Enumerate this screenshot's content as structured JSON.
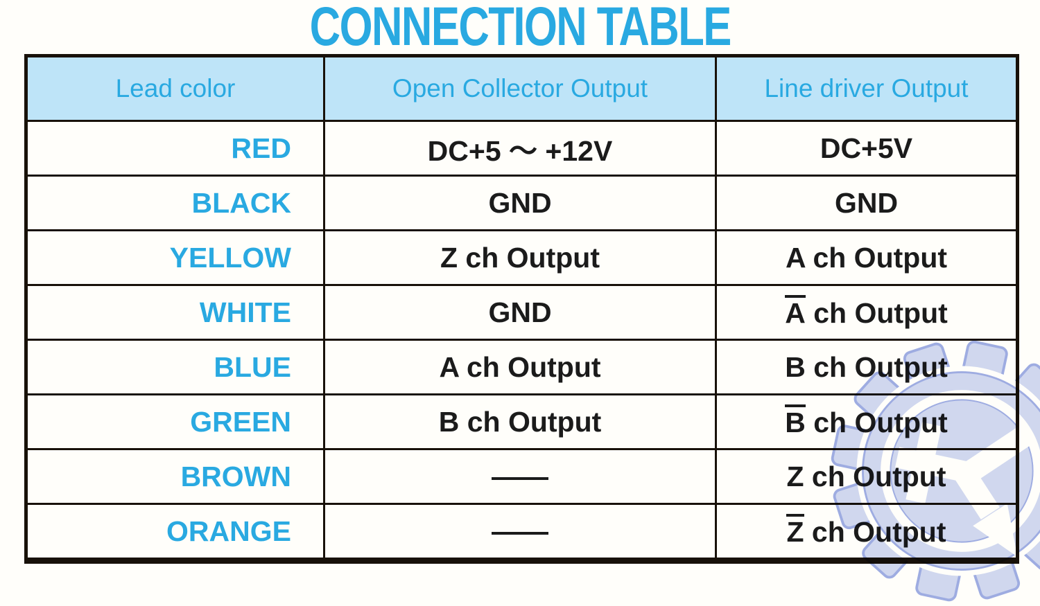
{
  "title": "CONNECTION TABLE",
  "colors": {
    "accent_cyan": "#29a9e1",
    "header_bg": "#bee4f8",
    "cell_text": "#1b1b1b",
    "table_border": "#181109",
    "watermark_fill": "#cbd4f2",
    "watermark_stroke": "#94a4e4"
  },
  "table": {
    "headers": [
      "Lead color",
      "Open Collector Output",
      "Line driver Output"
    ],
    "rows": [
      {
        "lead": "RED",
        "open_collector": {
          "text": "DC+5 ～ +12V"
        },
        "line_driver": {
          "text": "DC+5V"
        }
      },
      {
        "lead": "BLACK",
        "open_collector": {
          "text": "GND"
        },
        "line_driver": {
          "text": "GND"
        }
      },
      {
        "lead": "YELLOW",
        "open_collector": {
          "text": "Z ch Output"
        },
        "line_driver": {
          "text": "A ch Output"
        }
      },
      {
        "lead": "WHITE",
        "open_collector": {
          "text": "GND"
        },
        "line_driver": {
          "overline": "A",
          "text": " ch Output"
        }
      },
      {
        "lead": "BLUE",
        "open_collector": {
          "text": "A ch Output"
        },
        "line_driver": {
          "text": "B ch Output"
        }
      },
      {
        "lead": "GREEN",
        "open_collector": {
          "text": "B ch Output"
        },
        "line_driver": {
          "overline": "B",
          "text": " ch Output"
        }
      },
      {
        "lead": "BROWN",
        "open_collector": {
          "text": "——"
        },
        "line_driver": {
          "text": "Z ch Output"
        }
      },
      {
        "lead": "ORANGE",
        "open_collector": {
          "text": "——"
        },
        "line_driver": {
          "overline": "Z",
          "text": " ch Output"
        }
      }
    ]
  },
  "watermark": {
    "icon": "gear-k-arrow-logo"
  }
}
